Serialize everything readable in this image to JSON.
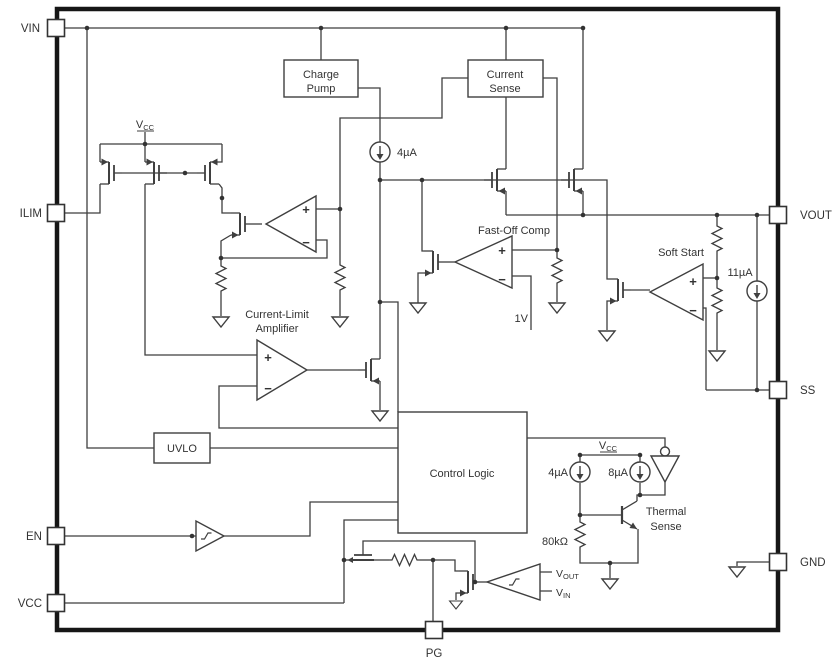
{
  "colors": {
    "background": "#ffffff",
    "line": "#3f3f3f",
    "border": "#161616",
    "text": "#333333"
  },
  "pins": {
    "vin": "VIN",
    "ilim": "ILIM",
    "en": "EN",
    "vcc": "VCC",
    "vout": "VOUT",
    "ss": "SS",
    "gnd": "GND",
    "pg": "PG"
  },
  "blocks": {
    "charge_pump": [
      "Charge",
      "Pump"
    ],
    "current_sense": [
      "Current",
      "Sense"
    ],
    "uvlo": "UVLO",
    "control_logic": "Control Logic"
  },
  "amplifiers": {
    "current_limit": [
      "Current-Limit",
      "Amplifier"
    ],
    "fast_off": "Fast-Off Comp",
    "soft_start": "Soft Start",
    "thermal": [
      "Thermal",
      "Sense"
    ]
  },
  "values": {
    "i_4ua": "4µA",
    "i_8ua": "8µA",
    "i_11ua": "11µA",
    "r_80k": "80kΩ",
    "v_ref": "1V"
  },
  "supply": {
    "v": "V",
    "cc": "CC",
    "out": "OUT",
    "in": "IN"
  },
  "signs": {
    "plus": "+",
    "minus": "−"
  }
}
